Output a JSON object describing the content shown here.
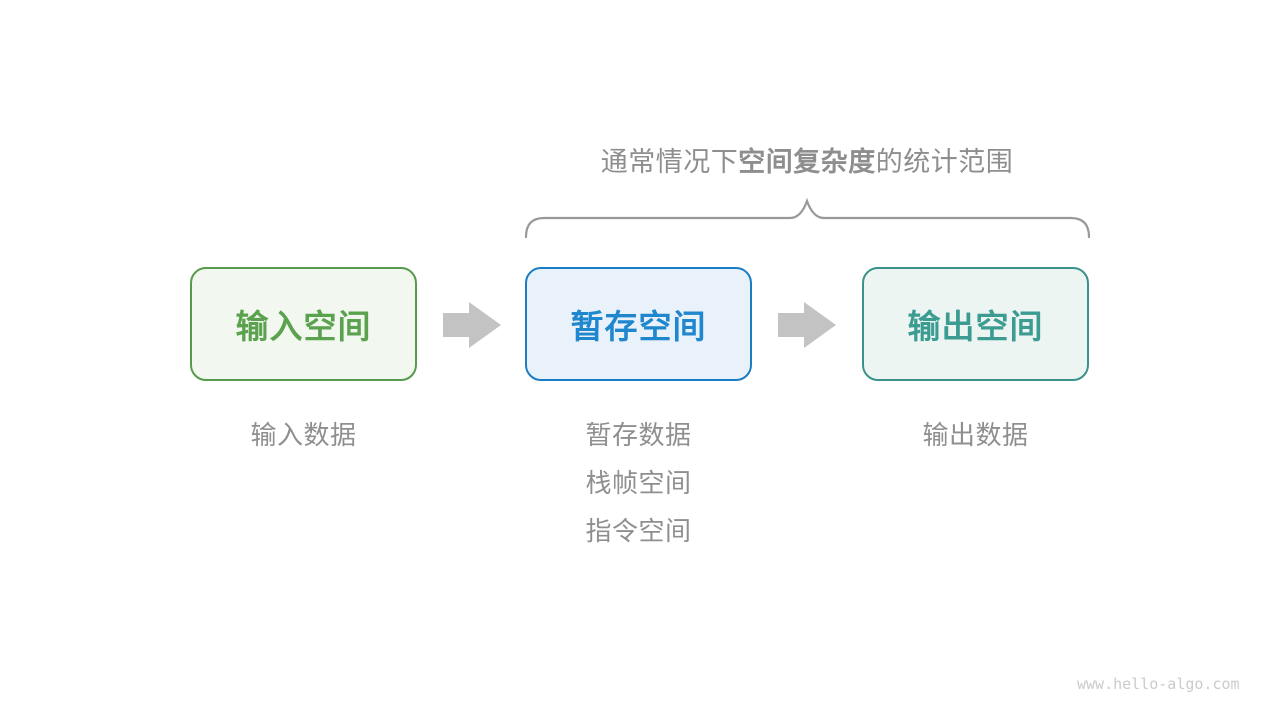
{
  "page": {
    "background": "#ffffff"
  },
  "title": {
    "prefix": "通常情况下",
    "bold_term": "空间复杂度",
    "suffix": "的统计范围",
    "color": "#8e8e8e"
  },
  "brace": {
    "color": "#999999"
  },
  "boxes": [
    {
      "id": "input-space",
      "label": "输入空间",
      "border_color": "#569b4c",
      "background": "#f2f8ef",
      "text_color": "#5ba24f"
    },
    {
      "id": "temp-space",
      "label": "暂存空间",
      "border_color": "#1b7ec5",
      "background": "#e9f2fb",
      "text_color": "#1f87cd"
    },
    {
      "id": "output-space",
      "label": "输出空间",
      "border_color": "#3a938b",
      "background": "#edf5f3",
      "text_color": "#3c9c92"
    }
  ],
  "arrows": {
    "color": "#c3c3c3"
  },
  "annotations": {
    "color": "#8f8f8f",
    "input": [
      "输入数据"
    ],
    "temp": [
      "暂存数据",
      "栈帧空间",
      "指令空间"
    ],
    "output": [
      "输出数据"
    ]
  },
  "watermark": {
    "text": "www.hello-algo.com",
    "color": "#cbcbcb"
  }
}
